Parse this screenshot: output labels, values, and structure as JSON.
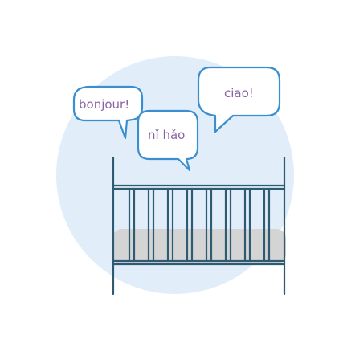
{
  "illustration": {
    "bubbles": {
      "left": "bonjour!",
      "middle": "nǐ hǎo",
      "right": "ciao!"
    },
    "colors": {
      "background_circle": "#e1eef9",
      "outline": "#2f5b72",
      "bubble_stroke": "#3a8fd0",
      "bubble_text": "#8a63a3",
      "mattress": "#d4d4d4"
    }
  }
}
